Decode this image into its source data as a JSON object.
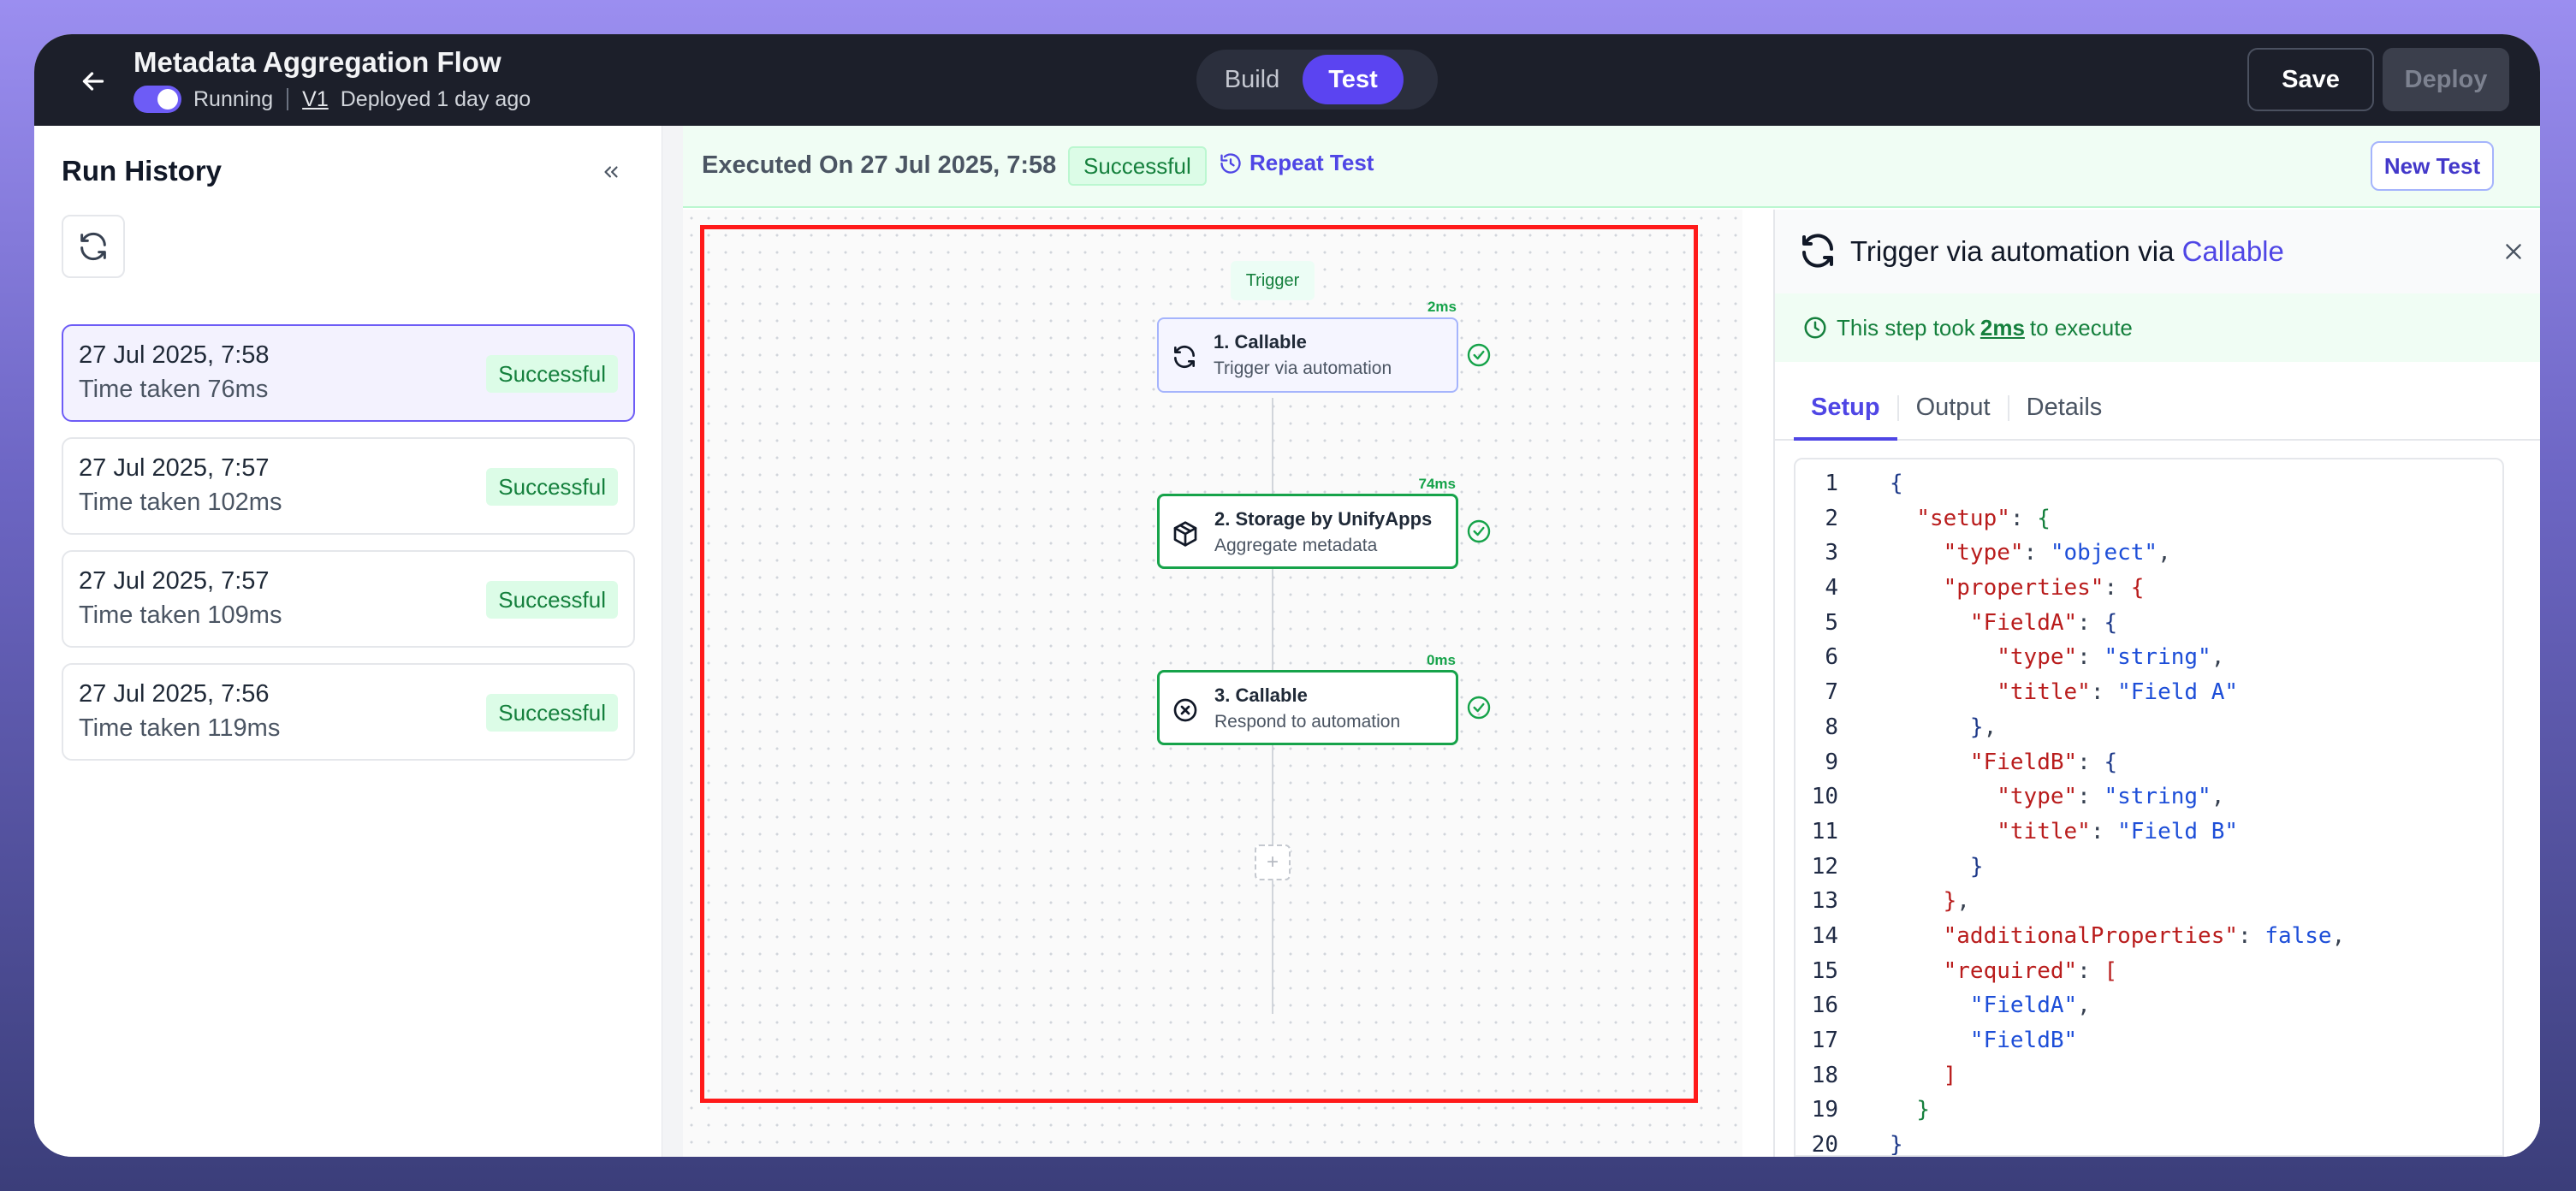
{
  "header": {
    "title": "Metadata Aggregation Flow",
    "status": "Running",
    "version": "V1",
    "deployed": "Deployed 1 day ago",
    "modes": {
      "build": "Build",
      "test": "Test"
    },
    "save_label": "Save",
    "deploy_label": "Deploy"
  },
  "sidebar": {
    "title": "Run History",
    "runs": [
      {
        "date": "27 Jul 2025, 7:58",
        "time": "Time taken 76ms",
        "status": "Successful"
      },
      {
        "date": "27 Jul 2025, 7:57",
        "time": "Time taken 102ms",
        "status": "Successful"
      },
      {
        "date": "27 Jul 2025, 7:57",
        "time": "Time taken 109ms",
        "status": "Successful"
      },
      {
        "date": "27 Jul 2025, 7:56",
        "time": "Time taken 119ms",
        "status": "Successful"
      }
    ]
  },
  "exec": {
    "text": "Executed On 27 Jul 2025, 7:58",
    "status": "Successful",
    "repeat_label": "Repeat Test",
    "new_test_label": "New Test"
  },
  "flow": {
    "trigger_label": "Trigger",
    "nodes": [
      {
        "title": "1. Callable",
        "subtitle": "Trigger via automation",
        "duration": "2ms",
        "icon": "sync-icon"
      },
      {
        "title": "2. Storage by UnifyApps",
        "subtitle": "Aggregate metadata",
        "duration": "74ms",
        "icon": "box-icon"
      },
      {
        "title": "3. Callable",
        "subtitle": "Respond to automation",
        "duration": "0ms",
        "icon": "close-circle-icon"
      }
    ],
    "add_label": "+"
  },
  "panel": {
    "title_prefix": "Trigger via automation via ",
    "title_accent": "Callable",
    "took_prefix": "This step took",
    "took_value": "2ms",
    "took_suffix": "to execute",
    "tabs": [
      "Setup",
      "Output",
      "Details"
    ],
    "line_numbers": [
      "1",
      "2",
      "3",
      "4",
      "5",
      "6",
      "7",
      "8",
      "9",
      "10",
      "11",
      "12",
      "13",
      "14",
      "15",
      "16",
      "17",
      "18",
      "19",
      "20"
    ]
  },
  "colors": {
    "accent": "#4f46e5",
    "success": "#15803d",
    "header_bg": "#1c1f2a",
    "highlight": "#ff1a1a"
  }
}
